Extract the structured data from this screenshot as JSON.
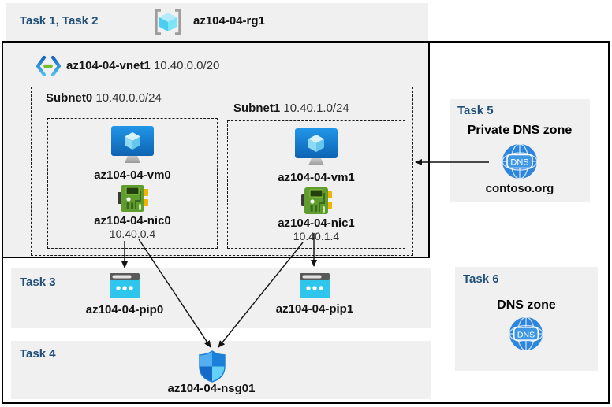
{
  "colors": {
    "accent_blue": "#1f4e79",
    "panel_gray": "#f0f0f0",
    "azure_blue": "#1c87dd",
    "public_ip_cyan": "#2fc6ee",
    "nic_green": "#5f9e2e",
    "arrow_black": "#111111"
  },
  "header": {
    "tasks_label": "Task 1, Task 2",
    "resource_group": "az104-04-rg1"
  },
  "vnet": {
    "name": "az104-04-vnet1",
    "cidr": "10.40.0.0/20"
  },
  "subnets": [
    {
      "name": "Subnet0",
      "cidr": "10.40.0.0/24",
      "vm_name": "az104-04-vm0",
      "nic_name": "az104-04-nic0",
      "nic_ip": "10.40.0.4"
    },
    {
      "name": "Subnet1",
      "cidr": "10.40.1.0/24",
      "vm_name": "az104-04-vm1",
      "nic_name": "az104-04-nic1",
      "nic_ip": "10.40.1.4"
    }
  ],
  "task3": {
    "label": "Task 3",
    "pip0": "az104-04-pip0",
    "pip1": "az104-04-pip1"
  },
  "task4": {
    "label": "Task 4",
    "nsg": "az104-04-nsg01"
  },
  "task5": {
    "label": "Task 5",
    "title": "Private DNS zone",
    "zone_name": "contoso.org",
    "dns_badge": "DNS"
  },
  "task6": {
    "label": "Task 6",
    "title": "DNS zone",
    "dns_badge": "DNS"
  }
}
